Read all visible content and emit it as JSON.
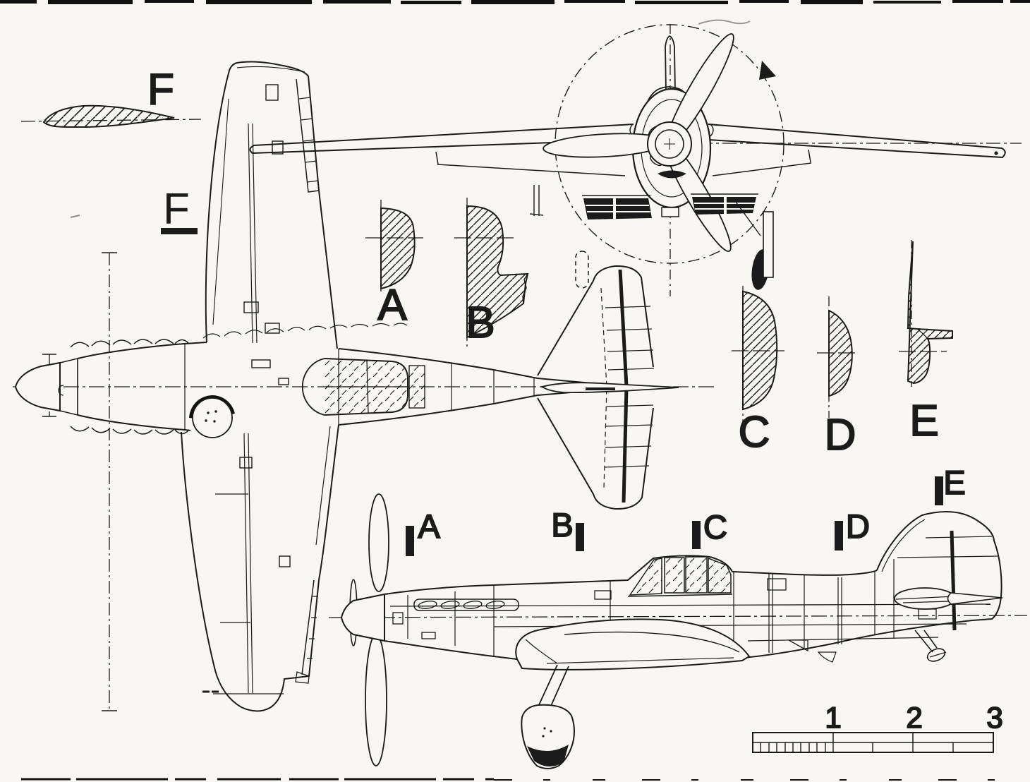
{
  "palette": {
    "paper": "#f8f7f3",
    "ink": "#1b1b1b"
  },
  "figure": {
    "kind": "three-view aircraft technical drawing",
    "views": [
      "plan view (nose left)",
      "front view with propeller disc",
      "side view (nose left)"
    ]
  },
  "airfoil_detail": {
    "label": "F"
  },
  "airfoil_station": {
    "label": "F"
  },
  "cross_sections": [
    {
      "id": "section-a",
      "label": "A"
    },
    {
      "id": "section-b",
      "label": "B"
    },
    {
      "id": "section-c",
      "label": "C"
    },
    {
      "id": "section-d",
      "label": "D"
    },
    {
      "id": "section-e",
      "label": "E"
    }
  ],
  "side_view_markers": [
    {
      "id": "marker-a",
      "label": "A"
    },
    {
      "id": "marker-b",
      "label": "B"
    },
    {
      "id": "marker-c",
      "label": "C"
    },
    {
      "id": "marker-d",
      "label": "D"
    },
    {
      "id": "marker-e",
      "label": "E"
    }
  ],
  "scale_bar": {
    "ticks": [
      "1",
      "2",
      "3"
    ]
  }
}
